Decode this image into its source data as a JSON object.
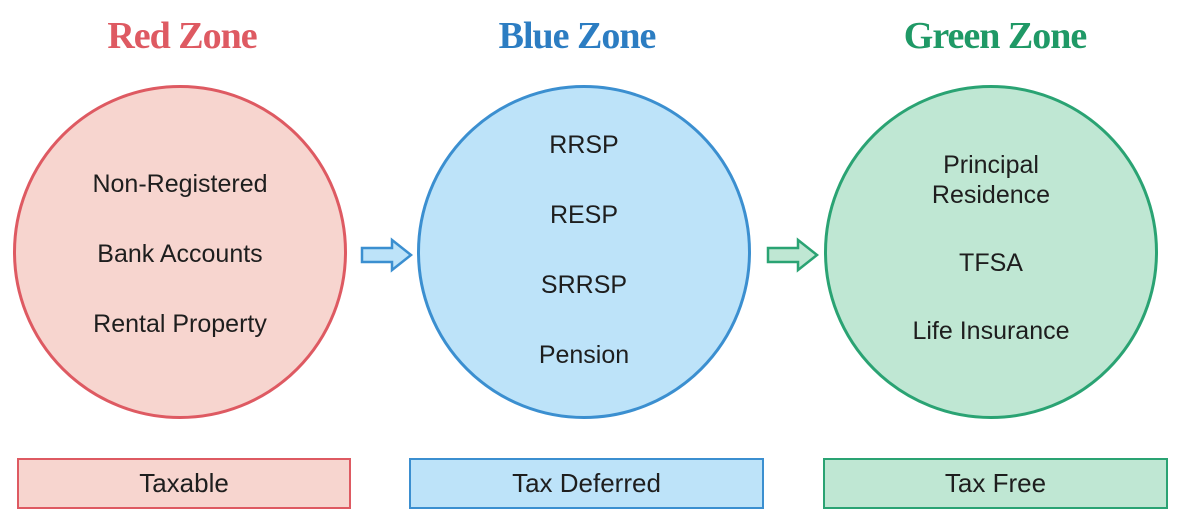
{
  "zones": [
    {
      "title": "Red Zone",
      "items": [
        "Non-Registered",
        "Bank Accounts",
        "Rental Property"
      ],
      "label": "Taxable",
      "color": "#de5a62",
      "fill": "#f7d5cf"
    },
    {
      "title": "Blue Zone",
      "items": [
        "RRSP",
        "RESP",
        "SRRSP",
        "Pension"
      ],
      "label": "Tax Deferred",
      "color": "#3b8fd0",
      "fill": "#bde3f9"
    },
    {
      "title": "Green Zone",
      "items": [
        "Principal Residence",
        "TFSA",
        "Life Insurance"
      ],
      "label": "Tax Free",
      "color": "#2aa373",
      "fill": "#bfe7d3"
    }
  ],
  "arrows": [
    {
      "icon": "right-arrow-icon",
      "color": "#3b8fd0",
      "fill": "#bde3f9"
    },
    {
      "icon": "right-arrow-icon",
      "color": "#2aa373",
      "fill": "#bfe7d3"
    }
  ]
}
